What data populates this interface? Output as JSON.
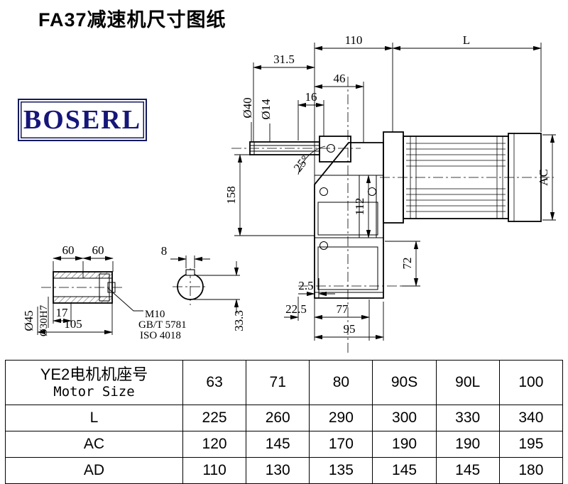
{
  "title": "FA37减速机尺寸图纸",
  "logo": {
    "text": "BOSERL",
    "border_color": "#141a5e",
    "text_color": "#16167a"
  },
  "drawing": {
    "dims": {
      "w110": "110",
      "len_L": "L",
      "w31_5": "31.5",
      "w46": "46",
      "w16": "16",
      "d40": "Ø40",
      "d14": "Ø14",
      "h158": "158",
      "angle25": "25°",
      "h112": "112",
      "ac": "AC",
      "h72": "72",
      "s2_5": "2.5",
      "s22_5": "22.5",
      "w77": "77",
      "w95": "95",
      "s60a": "60",
      "s60b": "60",
      "key8": "8",
      "d45": "Ø45",
      "d30h7": "Ø30H7",
      "l17": "17",
      "l105": "105",
      "m10": "M10",
      "gbt": "GB/T 5781",
      "iso": "ISO 4018",
      "k33_3": "33.3"
    }
  },
  "table": {
    "header_cn": "YE2电机机座号",
    "header_en": "Motor Size",
    "columns": [
      "63",
      "71",
      "80",
      "90S",
      "90L",
      "100"
    ],
    "rows": [
      {
        "label": "L",
        "values": [
          "225",
          "260",
          "290",
          "300",
          "330",
          "340"
        ]
      },
      {
        "label": "AC",
        "values": [
          "120",
          "145",
          "170",
          "190",
          "190",
          "195"
        ]
      },
      {
        "label": "AD",
        "values": [
          "110",
          "130",
          "135",
          "145",
          "145",
          "180"
        ]
      }
    ]
  }
}
